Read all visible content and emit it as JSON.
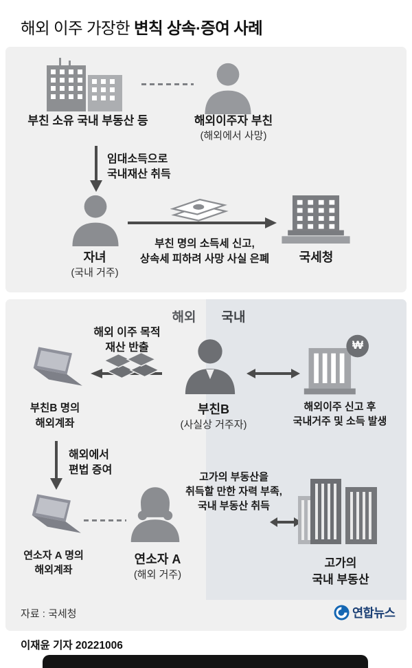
{
  "title": {
    "regular": "해외 이주 가장한 ",
    "bold": "변칙 상속·증여 사례"
  },
  "case1": {
    "property_label": "부친 소유 국내 부동산 등",
    "father_label": "해외이주자 부친",
    "father_note": "(해외에서 사망)",
    "rental_note": "임대소득으로\n국내재산 취득",
    "child_label": "자녀",
    "child_note": "(국내 거주)",
    "report_note": "부친 명의 소득세 신고,\n상속세 피하려 사망 사실 은폐",
    "nts_label": "국세청"
  },
  "case2": {
    "zone_overseas": "해외",
    "zone_domestic": "국내",
    "asset_note": "해외 이주 목적\n재산 반출",
    "fatherB_account": "부친B 명의\n해외계좌",
    "fatherB_label": "부친B",
    "fatherB_note": "(사실상 거주자)",
    "emigration_note": "해외이주 신고 후\n국내거주 및 소득 발생",
    "gift_note": "해외에서\n편법 증여",
    "minor_account": "연소자 A 명의\n해외계좌",
    "minor_label": "연소자 A",
    "minor_note": "(해외 거주)",
    "wealth_note": "고가의 부동산을\n취득할 만한 자력 부족,\n국내 부동산 취득",
    "towers_label": "고가의\n국내 부동산",
    "won_symbol": "₩"
  },
  "footer": {
    "source": "자료 : 국세청",
    "logo_text": "연합뉴스",
    "byline": "이재윤 기자 20221006"
  },
  "colors": {
    "panel_bg": "#f0f0f0",
    "domestic_bg": "#e3e6ea",
    "silhouette_light": "#97999d",
    "silhouette_mid": "#8b8d91",
    "silhouette_dark": "#6d6f73",
    "arrow": "#4b4b4b",
    "logo_blue": "#1567b3"
  }
}
